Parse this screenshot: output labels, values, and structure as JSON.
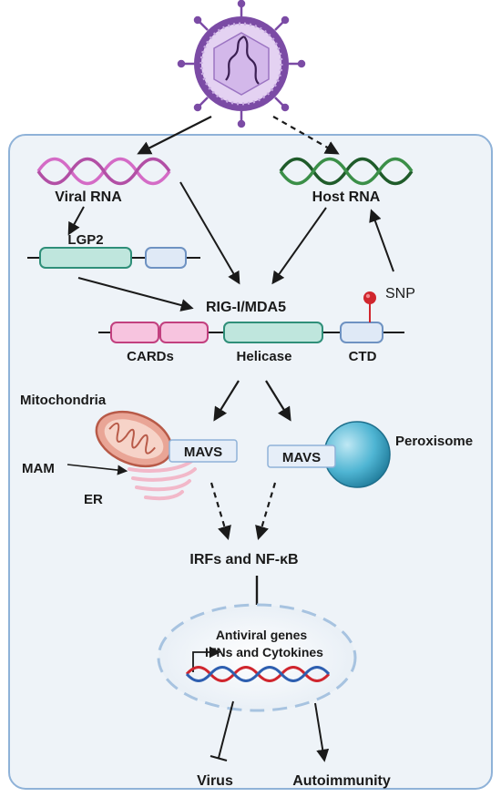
{
  "labels": {
    "viral_rna": "Viral RNA",
    "host_rna": "Host RNA",
    "lgp2": "LGP2",
    "rig_mda5": "RIG-I/MDA5",
    "snp": "SNP",
    "cards": "CARDs",
    "helicase": "Helicase",
    "ctd": "CTD",
    "mitochondria": "Mitochondria",
    "mavs_mito": "MAVS",
    "mam": "MAM",
    "er": "ER",
    "mavs_perox": "MAVS",
    "peroxisome": "Peroxisome",
    "irfs_nfkb": "IRFs and NF-κB",
    "antiviral_genes": "Antiviral genes",
    "ifns_cytokines": "IFNs and Cytokines",
    "virus": "Virus",
    "autoimmunity": "Autoimmunity"
  },
  "colors": {
    "cell_fill": "#eef3f8",
    "cell_border": "#8fb2d8",
    "virus_purple": "#7b4ba5",
    "virus_light": "#c7a9e0",
    "viral_rna": "#d46bc6",
    "host_rna": "#1f5b2a",
    "domain_teal": "#bfe6dd",
    "domain_teal_border": "#2f8f79",
    "domain_pink": "#f7c4df",
    "domain_pink_border": "#c2407f",
    "domain_blue": "#dfe9f6",
    "domain_blue_border": "#6e92c2",
    "snp_red": "#d0262e",
    "mito": "#d98a7c",
    "er_pink": "#f2b8c9",
    "peroxisome": "#3fa9c9",
    "dna_red": "#d0262e",
    "dna_blue": "#2e5fb0"
  }
}
